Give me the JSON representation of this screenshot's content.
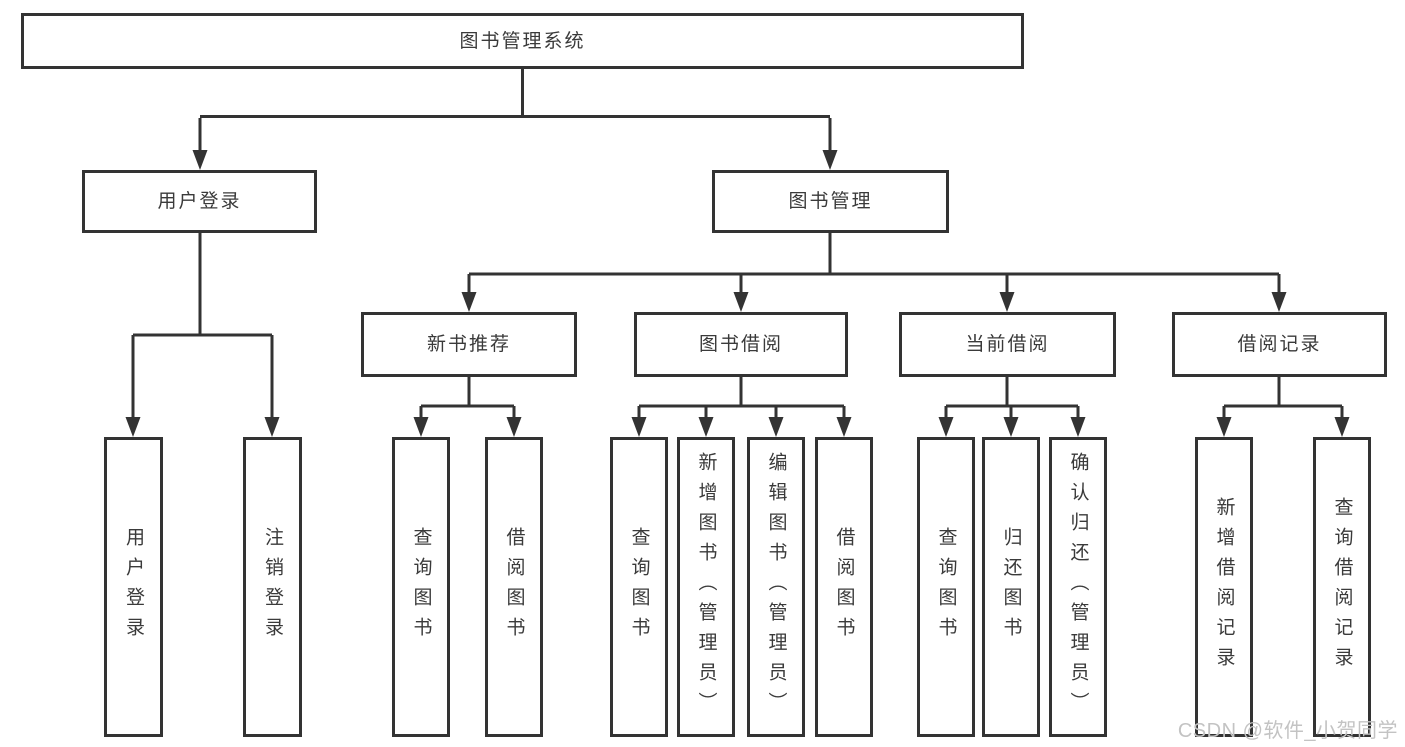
{
  "diagram_type": "hierarchy-tree",
  "tree": {
    "root": "图书管理系统",
    "children": [
      {
        "label": "用户登录",
        "children": [
          "用户登录",
          "注销登录"
        ]
      },
      {
        "label": "图书管理",
        "children": [
          {
            "label": "新书推荐",
            "children": [
              "查询图书",
              "借阅图书"
            ]
          },
          {
            "label": "图书借阅",
            "children": [
              "查询图书",
              "新增图书（管理员）",
              "编辑图书（管理员）",
              "借阅图书"
            ]
          },
          {
            "label": "当前借阅",
            "children": [
              "查询图书",
              "归还图书",
              "确认归还（管理员）"
            ]
          },
          {
            "label": "借阅记录",
            "children": [
              "新增借阅记录",
              "查询借阅记录"
            ]
          }
        ]
      }
    ]
  },
  "watermark": "CSDN @软件_小贺同学",
  "colors": {
    "line": "#333333",
    "box_border": "#333333",
    "box_fill": "#ffffff",
    "text": "#3a3a3a",
    "watermark": "#c3c3c3",
    "background": "#ffffff"
  }
}
